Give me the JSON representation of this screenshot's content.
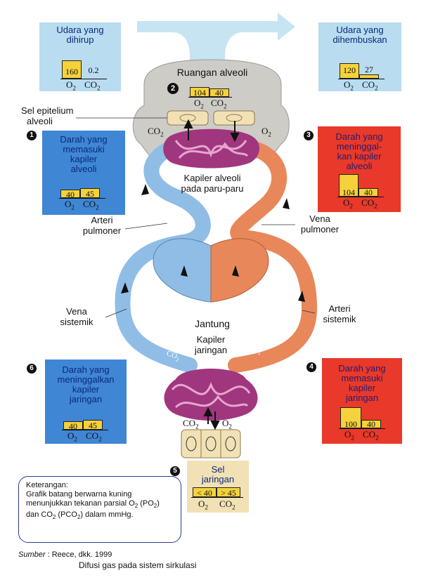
{
  "boxes": {
    "inhaled": {
      "title_1": "Udara yang",
      "title_2": "dihirup",
      "o2": "160",
      "co2": "0.2",
      "o2_label": "O",
      "co2_label": "CO",
      "sub": "2",
      "o2_value": 160,
      "co2_value": 0.2
    },
    "exhaled": {
      "title_1": "Udara yang",
      "title_2": "dihembuskan",
      "o2": "120",
      "co2": "27",
      "o2_label": "O",
      "co2_label": "CO",
      "sub": "2",
      "o2_value": 120,
      "co2_value": 27
    },
    "alveoli": {
      "number": "2",
      "title": "Ruangan alveoli",
      "o2": "104",
      "co2": "40",
      "o2_label": "O",
      "co2_label": "CO",
      "sub": "2",
      "o2_value": 104,
      "co2_value": 40
    },
    "b1": {
      "number": "1",
      "title_1": "Darah yang",
      "title_2": "memasuki",
      "title_3": "kapiler",
      "title_4": "alveoli",
      "o2": "40",
      "co2": "45",
      "o2_label": "O",
      "co2_label": "CO",
      "sub": "2",
      "o2_value": 40,
      "co2_value": 45
    },
    "b3": {
      "number": "3",
      "title_1": "Darah yang",
      "title_2": "meninggal-",
      "title_3": "kan kapiler",
      "title_4": "alveoli",
      "o2": "104",
      "co2": "40",
      "o2_label": "O",
      "co2_label": "CO",
      "sub": "2",
      "o2_value": 104,
      "co2_value": 40
    },
    "b4": {
      "number": "4",
      "title_1": "Darah yang",
      "title_2": "memasuki",
      "title_3": "kapiler",
      "title_4": "jaringan",
      "o2": "100",
      "co2": "40",
      "o2_label": "O",
      "co2_label": "CO",
      "sub": "2",
      "o2_value": 100,
      "co2_value": 40
    },
    "b6": {
      "number": "6",
      "title_1": "Darah yang",
      "title_2": "meninggalkan",
      "title_3": "kapiler",
      "title_4": "jaringan",
      "o2": "40",
      "co2": "45",
      "o2_label": "O",
      "co2_label": "CO",
      "sub": "2",
      "o2_value": 40,
      "co2_value": 45
    },
    "b5": {
      "number": "5",
      "title_1": "Sel",
      "title_2": "jaringan",
      "o2": "< 40",
      "co2": "> 45",
      "o2_label": "O",
      "co2_label": "CO",
      "sub": "2"
    }
  },
  "labels": {
    "epitel_1": "Sel epitelium",
    "epitel_2": "alveoli",
    "co2_top": "CO",
    "o2_top": "O",
    "sub": "2",
    "kapiler_alveoli_1": "Kapiler alveoli",
    "kapiler_alveoli_2": "pada paru-paru",
    "arteri_pulmoner_1": "Arteri",
    "arteri_pulmoner_2": "pulmoner",
    "vena_pulmoner_1": "Vena",
    "vena_pulmoner_2": "pulmoner",
    "vena_sistemik_1": "Vena",
    "vena_sistemik_2": "sistemik",
    "arteri_sistemik_1": "Arteri",
    "arteri_sistemik_2": "sistemik",
    "jantung": "Jantung",
    "kapiler_jaringan_1": "Kapiler",
    "kapiler_jaringan_2": "jaringan",
    "co2_vessel": "CO",
    "o2_vessel": "O",
    "co2_bottom": "CO",
    "o2_bottom": "O"
  },
  "legend": {
    "title": "Keterangan:",
    "line1": "Grafik batang berwarna kuning",
    "line2_a": "menunjukkan tekanan parsial O",
    "line2_b": " (PO",
    "line2_c": ")",
    "line3_a": "dan CO",
    "line3_b": " (PCO",
    "line3_c": ") dalam mmHg.",
    "sub": "2"
  },
  "source": {
    "label": "Sumber",
    "text": " : Reece, dkk. 1999"
  },
  "caption": "Difusi gas pada sistem sirkulasi",
  "colors": {
    "blue_panel": "#3f86d4",
    "light_panel": "#b9dcf0",
    "red_panel": "#e8392a",
    "bar": "#f5d23c",
    "vessel_blue": "#8fbde6",
    "vessel_orange": "#e8875a",
    "capillary": "#a0367e",
    "alveoli_gray": "#cdccc7",
    "cell": "#f2e1b5"
  }
}
